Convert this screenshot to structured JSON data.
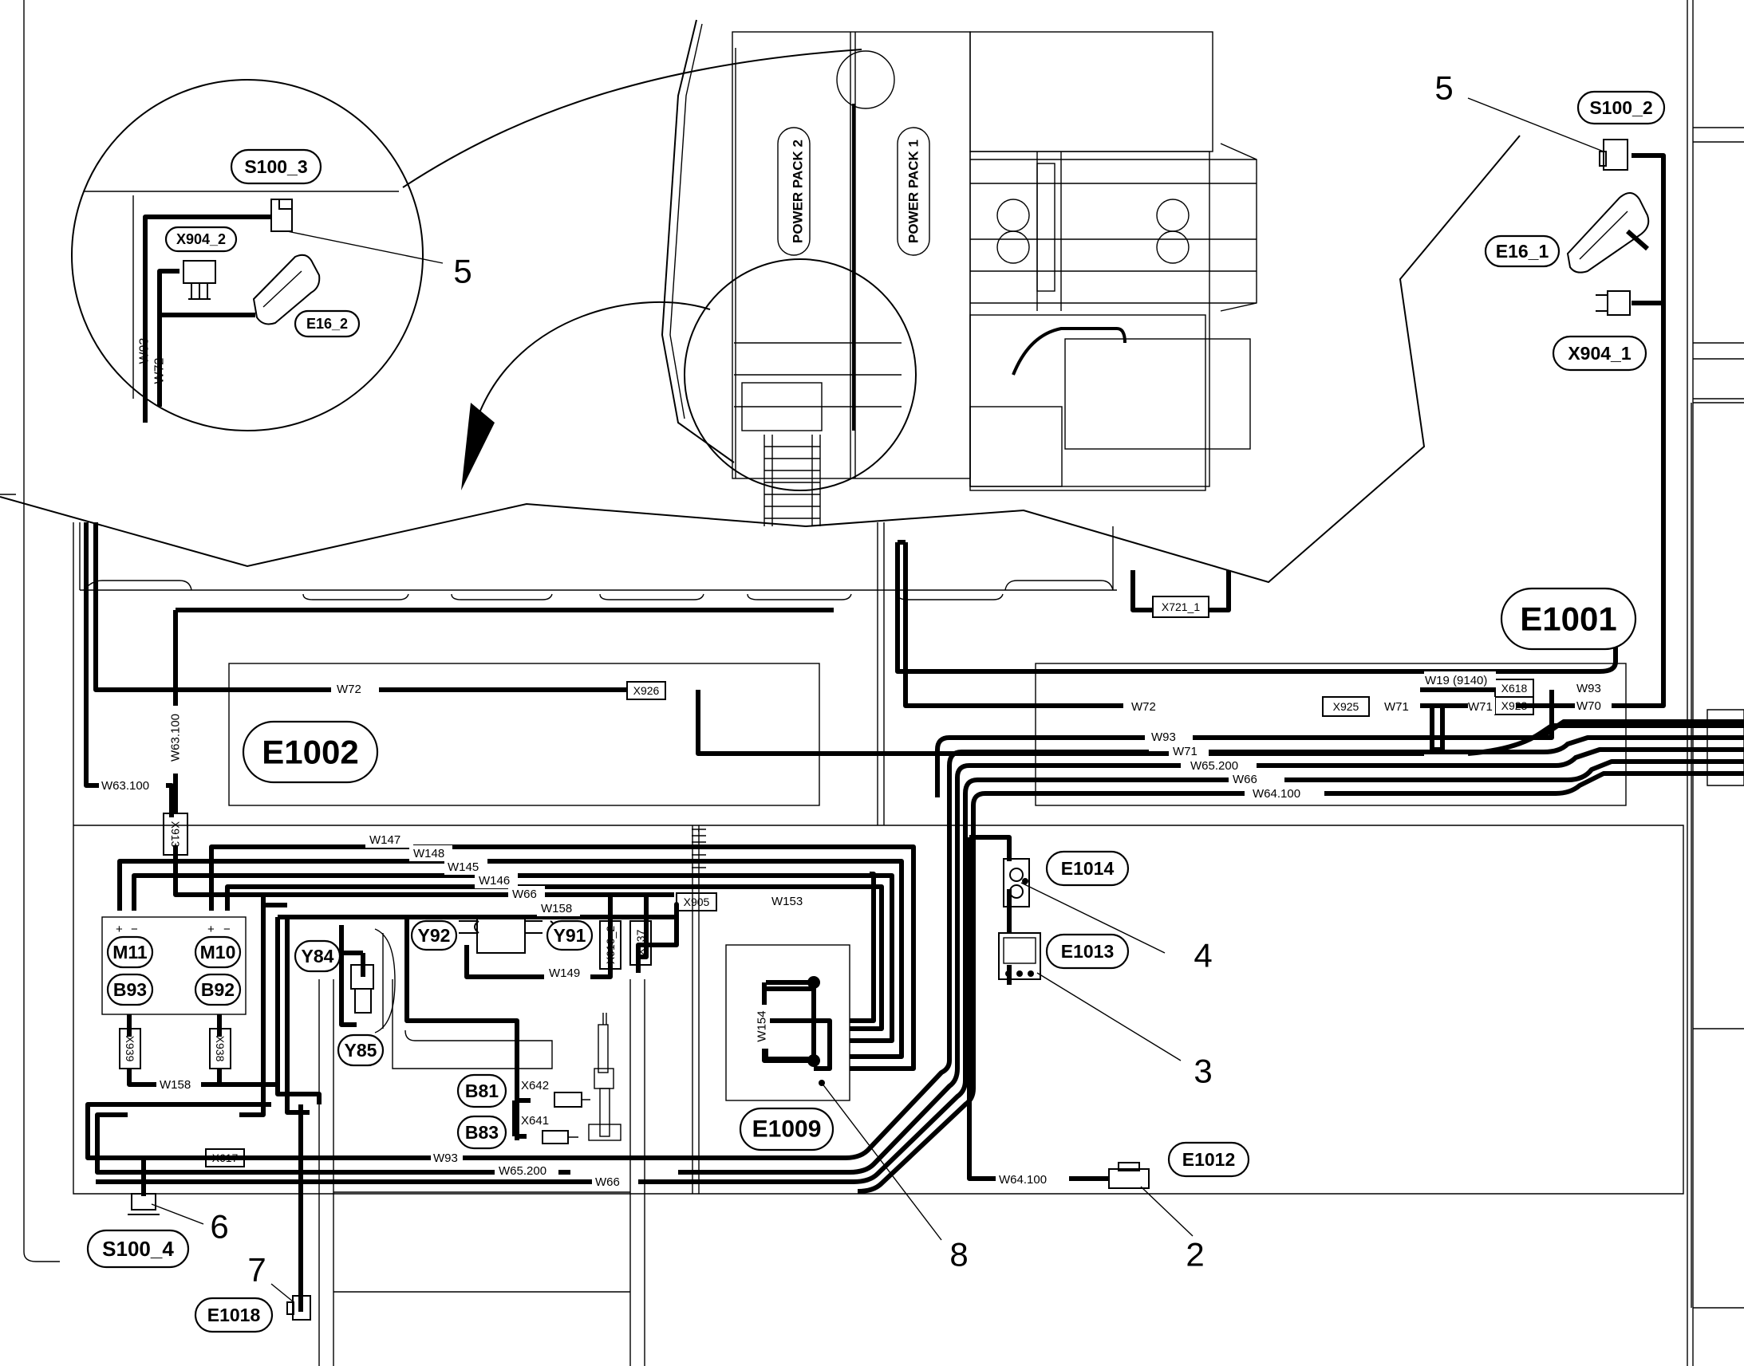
{
  "title": "",
  "zones": {
    "e1001": "E1001",
    "e1002": "E1002",
    "e1009": "E1009"
  },
  "power_packs": {
    "pp2": "POWER PACK 2",
    "pp1": "POWER PACK 1"
  },
  "components": {
    "s100_3": "S100_3",
    "x904_2": "X904_2",
    "e16_2": "E16_2",
    "s100_2": "S100_2",
    "e16_1": "E16_1",
    "x904_1": "X904_1",
    "e1014": "E1014",
    "e1013": "E1013",
    "e1012": "E1012",
    "m11": "M11",
    "m10": "M10",
    "b93": "B93",
    "b92": "B92",
    "y84": "Y84",
    "y85": "Y85",
    "y92": "Y92",
    "y91": "Y91",
    "b81": "B81",
    "b83": "B83",
    "s100_4": "S100_4",
    "e1018": "E1018"
  },
  "connectors": {
    "x721_1": "X721_1",
    "x926": "X926",
    "x925": "X925",
    "x618": "X618",
    "x923": "X923",
    "x913": "X913",
    "x905": "X905",
    "x910_2": "X910_2",
    "x937": "X937",
    "x939": "X939",
    "x938": "X938",
    "x617": "X617",
    "x642": "X642",
    "x641": "X641"
  },
  "wires": {
    "w93_inset": "W93",
    "w72_inset": "W72",
    "w72_a": "W72",
    "w72_b": "W72",
    "w71_a": "W71",
    "w71_b": "W71",
    "w19": "W19 (9140)",
    "w93_a": "W93",
    "w70": "W70",
    "w93_b": "W93",
    "w71_c": "W71",
    "w65_200_a": "W65.200",
    "w66_a": "W66",
    "w64_100_a": "W64.100",
    "w63_100_v": "W63.100",
    "w63_100_h": "W63.100",
    "w147": "W147",
    "w148": "W148",
    "w145": "W145",
    "w146": "W146",
    "w66_b": "W66",
    "w158_a": "W158",
    "w153": "W153",
    "w149": "W149",
    "w154": "W154",
    "w158_b": "W158",
    "w93_c": "W93",
    "w65_200_b": "W65.200",
    "w66_c": "W66",
    "w64_100_b": "W64.100"
  },
  "callouts": {
    "c5_inset": "5",
    "c5_right": "5",
    "c4": "4",
    "c3": "3",
    "c2": "2",
    "c8": "8",
    "c6": "6",
    "c7": "7"
  },
  "motor_polarity": {
    "plus": "+",
    "minus": "−"
  }
}
